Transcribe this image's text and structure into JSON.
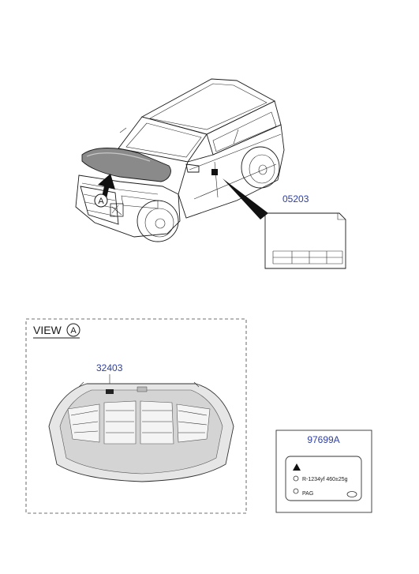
{
  "car_callout": {
    "letter": "A"
  },
  "label_05203": {
    "part_number": "05203"
  },
  "view_section": {
    "title": "VIEW",
    "letter": "A"
  },
  "hood_part": {
    "part_number": "32403"
  },
  "label_97699A": {
    "part_number": "97699A",
    "refrigerant_line": "R-1234yf  460±25g",
    "oil_line": "PAG"
  }
}
